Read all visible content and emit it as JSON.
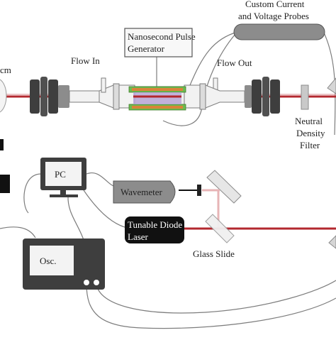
{
  "labels": {
    "probes_line1": "Custom Current",
    "probes_line2": "and Voltage Probes",
    "pulse_gen_line1": "Nanosecond Pulse",
    "pulse_gen_line2": "Generator",
    "flow_in": "Flow In",
    "flow_out": "Flow Out",
    "cm_fragment": "cm",
    "filter_line1": "Neutral",
    "filter_line2": "Density",
    "filter_line3": "Filter",
    "pc": "PC",
    "wavemeter": "Wavemeter",
    "laser_line1": "Tunable Diode",
    "laser_line2": "Laser",
    "glass_slide": "Glass Slide",
    "osc": "Osc."
  },
  "colors": {
    "beam": "#b3282f",
    "beam_faint": "#e7b4b6",
    "plasma": "#b9a6d8",
    "electrode": "#6dbb4f",
    "electrode_core": "#d9833a",
    "optic_dark": "#3e3e3e",
    "equipment_gray": "#8c8c8c",
    "laser_body": "#111111"
  }
}
